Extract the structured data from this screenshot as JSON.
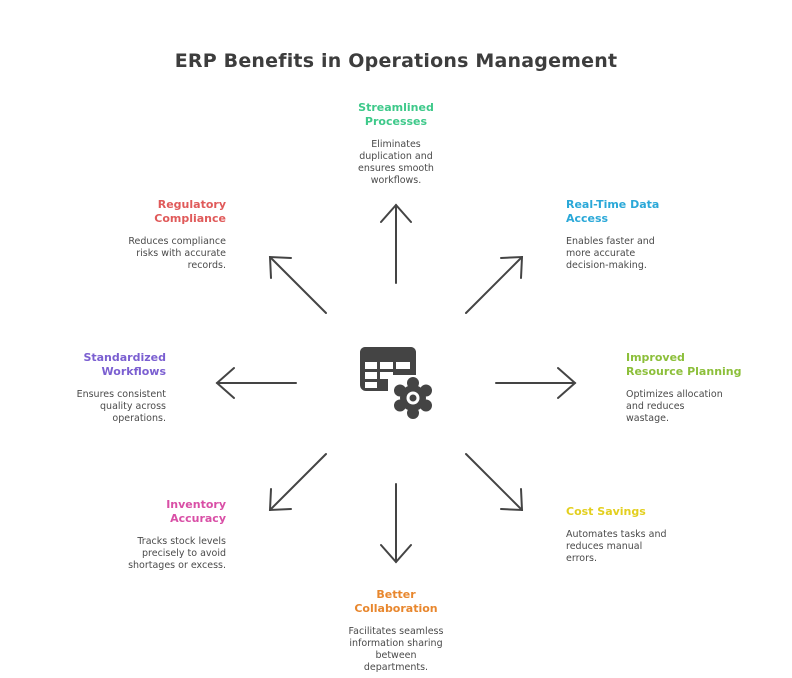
{
  "title": "ERP Benefits in Operations Management",
  "hub": {
    "icon": "spreadsheet-gear-icon"
  },
  "benefits": [
    {
      "id": "streamlined",
      "title_line1": "Streamlined",
      "title_line2": "Processes",
      "color": "#3ec98a",
      "desc": [
        "Eliminates",
        "duplication and",
        "ensures smooth",
        "workflows."
      ]
    },
    {
      "id": "realtime",
      "title_line1": "Real-Time Data",
      "title_line2": "Access",
      "color": "#2aa8d8",
      "desc": [
        "Enables faster and",
        "more accurate",
        "decision-making."
      ]
    },
    {
      "id": "resource",
      "title_line1": "Improved",
      "title_line2": "Resource Planning",
      "color": "#8cbf3a",
      "desc": [
        "Optimizes allocation",
        "and reduces",
        "wastage."
      ]
    },
    {
      "id": "cost",
      "title_line1": "Cost Savings",
      "title_line2": "",
      "color": "#e3cf1e",
      "desc": [
        "Automates tasks and",
        "reduces manual",
        "errors."
      ]
    },
    {
      "id": "collaboration",
      "title_line1": "Better",
      "title_line2": "Collaboration",
      "color": "#e8872e",
      "desc": [
        "Facilitates seamless",
        "information sharing",
        "between",
        "departments."
      ]
    },
    {
      "id": "inventory",
      "title_line1": "Inventory",
      "title_line2": "Accuracy",
      "color": "#d94fa6",
      "desc": [
        "Tracks stock levels",
        "precisely to avoid",
        "shortages or excess."
      ]
    },
    {
      "id": "standardized",
      "title_line1": "Standardized",
      "title_line2": "Workflows",
      "color": "#7b5fd1",
      "desc": [
        "Ensures consistent",
        "quality across",
        "operations."
      ]
    },
    {
      "id": "regulatory",
      "title_line1": "Regulatory",
      "title_line2": "Compliance",
      "color": "#e05a5a",
      "desc": [
        "Reduces compliance",
        "risks with accurate",
        "records."
      ]
    }
  ]
}
